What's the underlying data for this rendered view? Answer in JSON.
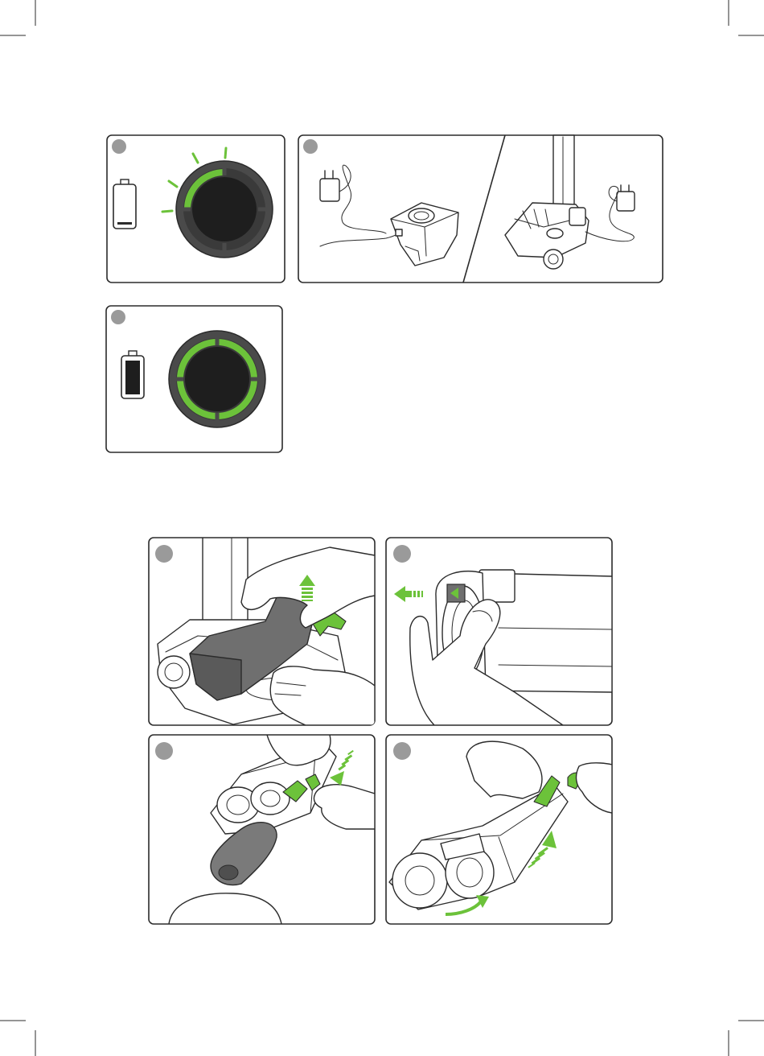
{
  "colors": {
    "accent_green": "#6cc23a",
    "ring_dark": "#4a4a4a",
    "disc_black": "#1e1e1e",
    "step_marker": "#9a9a9a",
    "outline": "#2b2b2b"
  },
  "figures": [
    {
      "id": "charging-low",
      "icons": [
        "battery-low-icon",
        "charge-indicator-partial-icon"
      ]
    },
    {
      "id": "charging-connection",
      "icons": [
        "charger-plug-icon",
        "charging-base-icon",
        "vacuum-charging-icon"
      ]
    },
    {
      "id": "charging-full",
      "icons": [
        "battery-full-icon",
        "charge-indicator-full-icon"
      ]
    },
    {
      "id": "remove-battery",
      "icons": [
        "hand-icon",
        "battery-pack-icon",
        "up-arrow-icon"
      ]
    },
    {
      "id": "release-end-cap",
      "icons": [
        "hand-icon",
        "left-arrow-icon"
      ]
    },
    {
      "id": "empty-dust-bag",
      "icons": [
        "hand-icon",
        "dust-bag-icon",
        "down-arrow-icon"
      ]
    },
    {
      "id": "reassemble",
      "icons": [
        "hand-icon",
        "curved-arrow-icon",
        "up-arrow-icon"
      ]
    }
  ]
}
